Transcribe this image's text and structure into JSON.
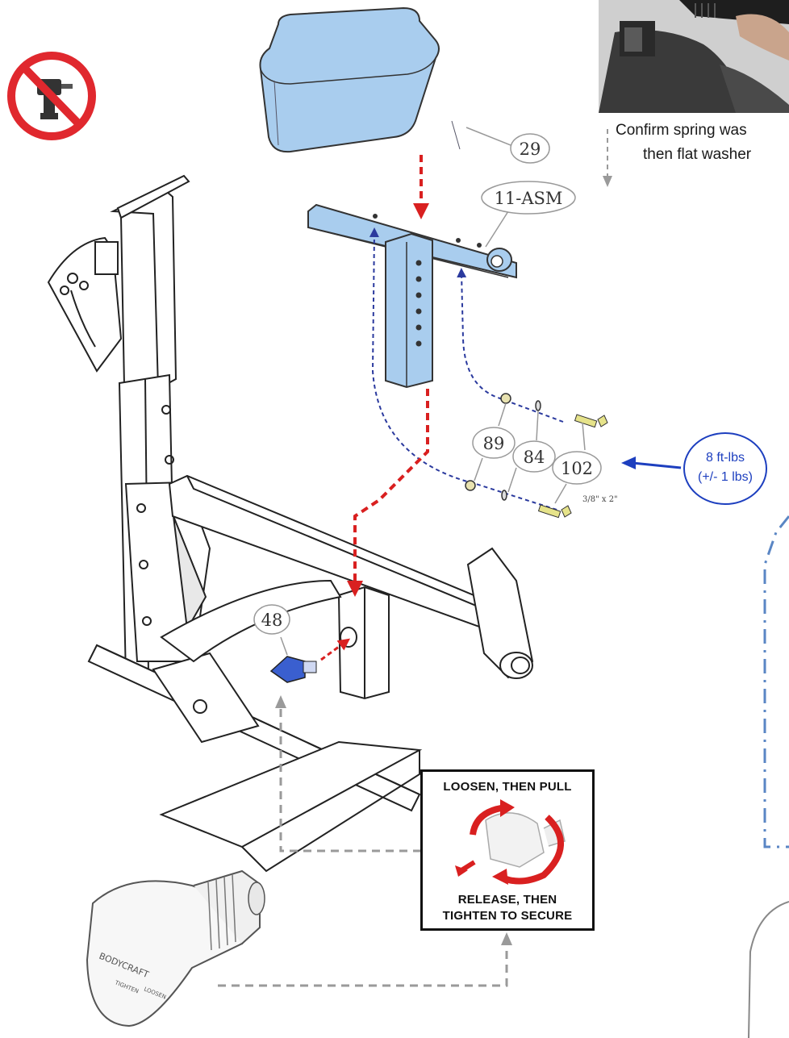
{
  "photo": {
    "caption_line1": "Confirm spring was",
    "caption_line2": "then flat washer"
  },
  "callouts": {
    "seat_cushion": "29",
    "seat_bracket": "11-ASM",
    "washer_a": "89",
    "washer_b": "84",
    "bolt": "102",
    "bolt_size": "3/8\" x 2\"",
    "knob": "48"
  },
  "torque": {
    "line1": "8 ft-lbs",
    "line2": "(+/- 1 lbs)"
  },
  "instruction_card": {
    "top_text": "LOOSEN, THEN PULL",
    "bottom_line1": "RELEASE, THEN",
    "bottom_line2": "TIGHTEN TO SECURE"
  },
  "knob_closeup": {
    "brand": "BODYCRAFT",
    "tighten": "TIGHTEN",
    "loosen": "LOOSEN"
  },
  "colors": {
    "part_blue": "#a9cdee",
    "red_arrow": "#d92020",
    "blue_dash": "#2b3a9e",
    "torque_blue": "#1d3fbf",
    "prohibition_red": "#e0282e",
    "gray_arrow": "#9a9a9a"
  }
}
